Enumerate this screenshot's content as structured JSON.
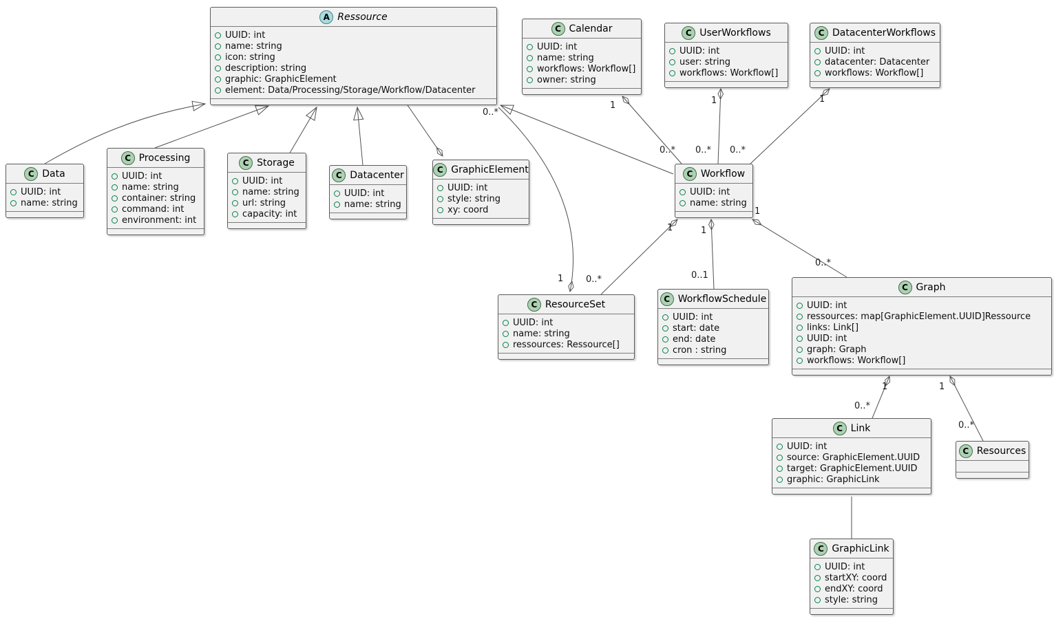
{
  "diagram": {
    "classes": [
      {
        "name": "Ressource",
        "stereotype": "A",
        "kind": "abstract class",
        "attributes": [
          "UUID: int",
          "name: string",
          "icon: string",
          "description: string",
          "graphic: GraphicElement",
          "element: Data/Processing/Storage/Workflow/Datacenter"
        ]
      },
      {
        "name": "Calendar",
        "stereotype": "C",
        "kind": "class",
        "attributes": [
          "UUID: int",
          "name: string",
          "workflows: Workflow[]",
          "owner: string"
        ]
      },
      {
        "name": "UserWorkflows",
        "stereotype": "C",
        "kind": "class",
        "attributes": [
          "UUID: int",
          "user: string",
          "workflows: Workflow[]"
        ]
      },
      {
        "name": "DatacenterWorkflows",
        "stereotype": "C",
        "kind": "class",
        "attributes": [
          "UUID: int",
          "datacenter: Datacenter",
          "workflows: Workflow[]"
        ]
      },
      {
        "name": "Data",
        "stereotype": "C",
        "kind": "class",
        "attributes": [
          "UUID: int",
          "name: string"
        ]
      },
      {
        "name": "Processing",
        "stereotype": "C",
        "kind": "class",
        "attributes": [
          "UUID: int",
          "name: string",
          "container: string",
          "command: int",
          "environment: int"
        ]
      },
      {
        "name": "Storage",
        "stereotype": "C",
        "kind": "class",
        "attributes": [
          "UUID: int",
          "name: string",
          "url: string",
          "capacity: int"
        ]
      },
      {
        "name": "Datacenter",
        "stereotype": "C",
        "kind": "class",
        "attributes": [
          "UUID: int",
          "name: string"
        ]
      },
      {
        "name": "GraphicElement",
        "stereotype": "C",
        "kind": "class",
        "attributes": [
          "UUID: int",
          "style: string",
          "xy: coord"
        ]
      },
      {
        "name": "Workflow",
        "stereotype": "C",
        "kind": "class",
        "attributes": [
          "UUID: int",
          "name: string"
        ]
      },
      {
        "name": "ResourceSet",
        "stereotype": "C",
        "kind": "class",
        "attributes": [
          "UUID: int",
          "name: string",
          "ressources: Ressource[]"
        ]
      },
      {
        "name": "WorkflowSchedule",
        "stereotype": "C",
        "kind": "class",
        "attributes": [
          "UUID: int",
          "start: date",
          "end: date",
          "cron : string"
        ]
      },
      {
        "name": "Graph",
        "stereotype": "C",
        "kind": "class",
        "attributes": [
          "UUID: int",
          "ressources: map[GraphicElement.UUID]Ressource",
          "links: Link[]",
          "UUID: int",
          "graph: Graph",
          "workflows: Workflow[]"
        ]
      },
      {
        "name": "Link",
        "stereotype": "C",
        "kind": "class",
        "attributes": [
          "UUID: int",
          "source: GraphicElement.UUID",
          "target: GraphicElement.UUID",
          "graphic: GraphicLink"
        ]
      },
      {
        "name": "Resources",
        "stereotype": "C",
        "kind": "class",
        "attributes": []
      },
      {
        "name": "GraphicLink",
        "stereotype": "C",
        "kind": "class",
        "attributes": [
          "UUID: int",
          "startXY: coord",
          "endXY: coord",
          "style: string"
        ]
      }
    ],
    "edges": [
      {
        "name": "data-extends-ressource",
        "type": "generalization"
      },
      {
        "name": "processing-extends-ressource",
        "type": "generalization"
      },
      {
        "name": "storage-extends-ressource",
        "type": "generalization"
      },
      {
        "name": "datacenter-extends-ressource",
        "type": "generalization"
      },
      {
        "name": "workflow-extends-ressource",
        "type": "generalization"
      },
      {
        "name": "ressource-graphicelement",
        "type": "aggregation"
      },
      {
        "name": "calendar-workflow",
        "type": "aggregation",
        "source_label": "1",
        "target_label": "0..*"
      },
      {
        "name": "userworkflows-workflow",
        "type": "aggregation",
        "source_label": "1",
        "target_label": "0..*"
      },
      {
        "name": "datacenterworkflows-workflow",
        "type": "aggregation",
        "source_label": "1",
        "target_label": "0..*"
      },
      {
        "name": "resourceset-ressource",
        "type": "aggregation",
        "source_label": "1",
        "target_label": "0..*"
      },
      {
        "name": "workflow-resourceset",
        "type": "aggregation",
        "source_label": "1",
        "target_label": "0..*"
      },
      {
        "name": "workflow-workflowschedule",
        "type": "aggregation",
        "source_label": "1",
        "target_label": "0..1"
      },
      {
        "name": "workflow-graph",
        "type": "aggregation",
        "source_label": "1",
        "target_label": "0..*"
      },
      {
        "name": "graph-link",
        "type": "aggregation",
        "source_label": "1",
        "target_label": "0..*"
      },
      {
        "name": "graph-resources",
        "type": "aggregation",
        "source_label": "1",
        "target_label": "0..*"
      },
      {
        "name": "link-graphiclink",
        "type": "association"
      }
    ],
    "colors": {
      "box_fill": "#F1F1F1",
      "border": "#5a5a5a",
      "class_spot_fill": "#ADD1B2",
      "abstract_spot_fill": "#A9DCDF",
      "field_bullet": "#038048",
      "background": "#ffffff"
    }
  }
}
